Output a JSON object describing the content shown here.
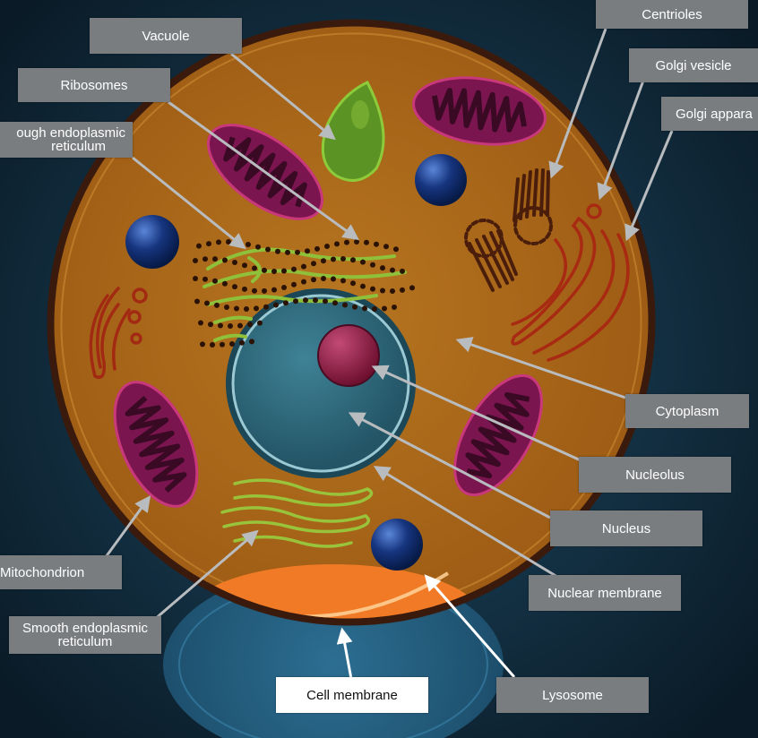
{
  "labels": {
    "vacuole": "Vacuole",
    "ribosomes": "Ribosomes",
    "rough_er_line1": "ough endoplasmic",
    "rough_er_line2": "reticulum",
    "centrioles": "Centrioles",
    "golgi_vesicle": "Golgi vesicle",
    "golgi_apparatus": "Golgi appara",
    "cytoplasm": "Cytoplasm",
    "nucleolus": "Nucleolus",
    "nucleus": "Nucleus",
    "nuclear_membrane": "Nuclear membrane",
    "mitochondrion": "Mitochondrion",
    "smooth_er_line1": "Smooth endoplasmic",
    "smooth_er_line2": "reticulum",
    "cell_membrane": "Cell membrane",
    "lysosome": "Lysosome"
  },
  "colors": {
    "background": "#0d2232",
    "cytoplasm": "#b5701c",
    "membrane": "#3a1a0c",
    "label_box": "#7a7d80",
    "pointer": "#b9bcbf",
    "highlight_box": "#ffffff",
    "mitochondrion": "#8b1656",
    "vacuole": "#4f8b21",
    "nucleus": "#2f6e84",
    "nucleolus": "#8d1a44",
    "rough_er": "#8fc03a",
    "golgi": "#a52a10",
    "lysosome": "#0d2a78",
    "cell_membrane_zoom": "#f07a25"
  }
}
